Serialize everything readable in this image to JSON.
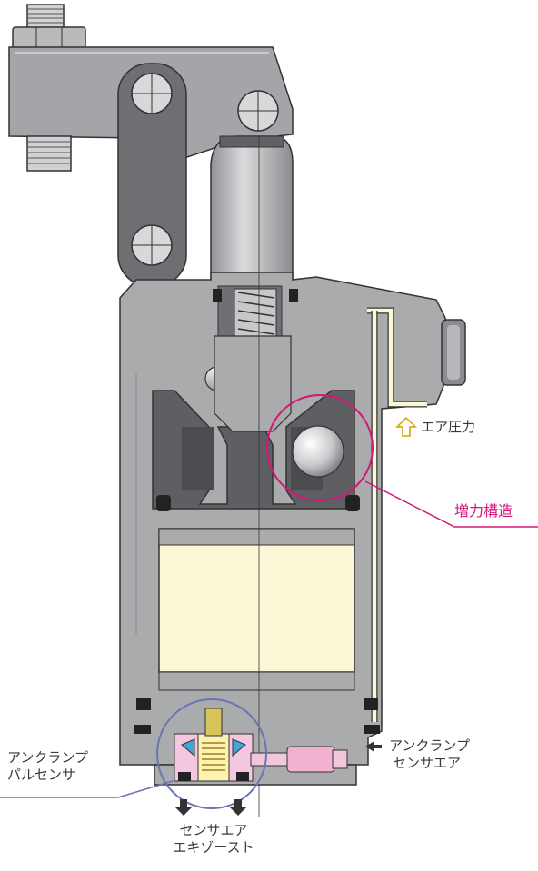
{
  "labels": {
    "air_pressure": "エア圧力",
    "force_booster": "増力構造",
    "unclamp_sensor_air_line1": "アンクランプ",
    "unclamp_sensor_air_line2": "センサエア",
    "unclamp_pulse_sensor_line1": "アンクランプ",
    "unclamp_pulse_sensor_line2": "パルセンサ",
    "sensor_exhaust_line1": "センサエア",
    "sensor_exhaust_line2": "エキゾースト"
  },
  "colors": {
    "body_gray": "#a9abad",
    "steel": "#c9cbcd",
    "dark": "#5b5d60",
    "air_chamber": "#fcf7d6",
    "highlight_circle": "#d6157a",
    "sensor_circle": "#6b74b8",
    "label_text": "#3a3a3a"
  }
}
